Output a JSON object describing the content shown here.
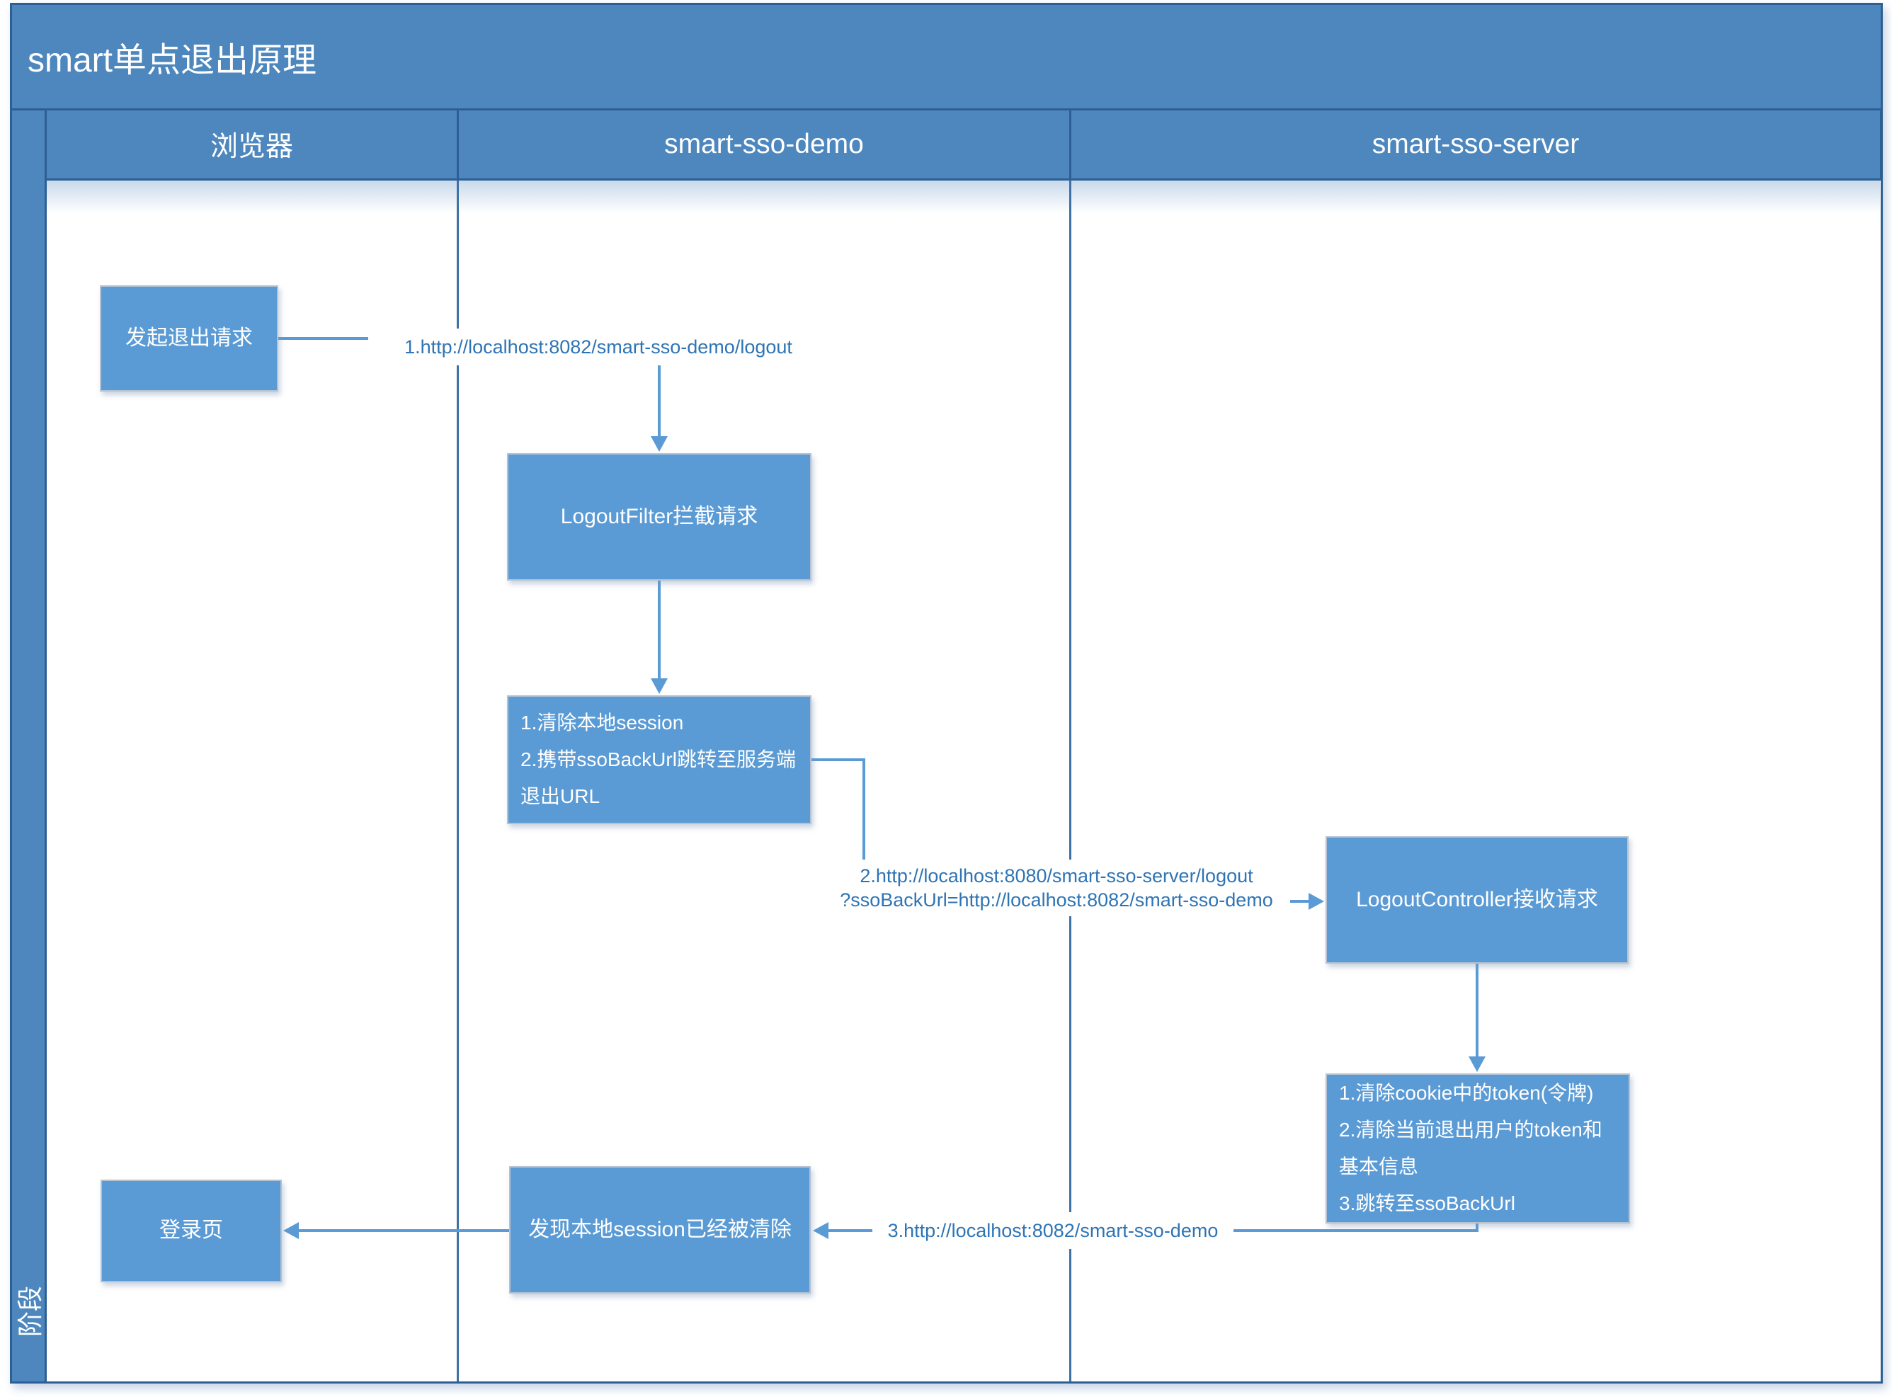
{
  "title": "smart单点退出原理",
  "sidebar": {
    "stage_label": "阶段"
  },
  "lanes": [
    {
      "id": "browser",
      "label": "浏览器"
    },
    {
      "id": "demo",
      "label": "smart-sso-demo"
    },
    {
      "id": "server",
      "label": "smart-sso-server"
    }
  ],
  "nodes": [
    {
      "id": "n1",
      "lane": "browser",
      "label": "发起退出请求"
    },
    {
      "id": "n2",
      "lane": "demo",
      "label": "LogoutFilter拦截请求"
    },
    {
      "id": "n3",
      "lane": "demo",
      "label": "1.清除本地session\n2.携带ssoBackUrl跳转至服务端退出URL"
    },
    {
      "id": "n4",
      "lane": "server",
      "label": "LogoutController接收请求"
    },
    {
      "id": "n5",
      "lane": "server",
      "label": "1.清除cookie中的token(令牌)\n2.清除当前退出用户的token和基本信息\n3.跳转至ssoBackUrl"
    },
    {
      "id": "n6",
      "lane": "demo",
      "label": "发现本地session已经被清除"
    },
    {
      "id": "n7",
      "lane": "browser",
      "label": "登录页"
    }
  ],
  "edges": [
    {
      "id": "e1",
      "from": "n1",
      "to": "n2",
      "label": "1.http://localhost:8082/smart-sso-demo/logout"
    },
    {
      "id": "e2",
      "from": "n2",
      "to": "n3",
      "label": ""
    },
    {
      "id": "e3",
      "from": "n3",
      "to": "n4",
      "label": "2.http://localhost:8080/smart-sso-server/logout\n?ssoBackUrl=http://localhost:8082/smart-sso-demo"
    },
    {
      "id": "e4",
      "from": "n4",
      "to": "n5",
      "label": ""
    },
    {
      "id": "e5",
      "from": "n5",
      "to": "n6",
      "label": "3.http://localhost:8082/smart-sso-demo"
    },
    {
      "id": "e6",
      "from": "n6",
      "to": "n7",
      "label": ""
    }
  ],
  "colors": {
    "band_fill": "#4d87bd",
    "frame_border": "#2e5f94",
    "lane_divider": "#3d72a6",
    "node_fill": "#5b9bd5",
    "node_border": "#b5c2d2",
    "connector": "#5b9bd5",
    "edge_label_text": "#2e74b5",
    "text_on_blue": "#ffffff",
    "background": "#ffffff"
  }
}
